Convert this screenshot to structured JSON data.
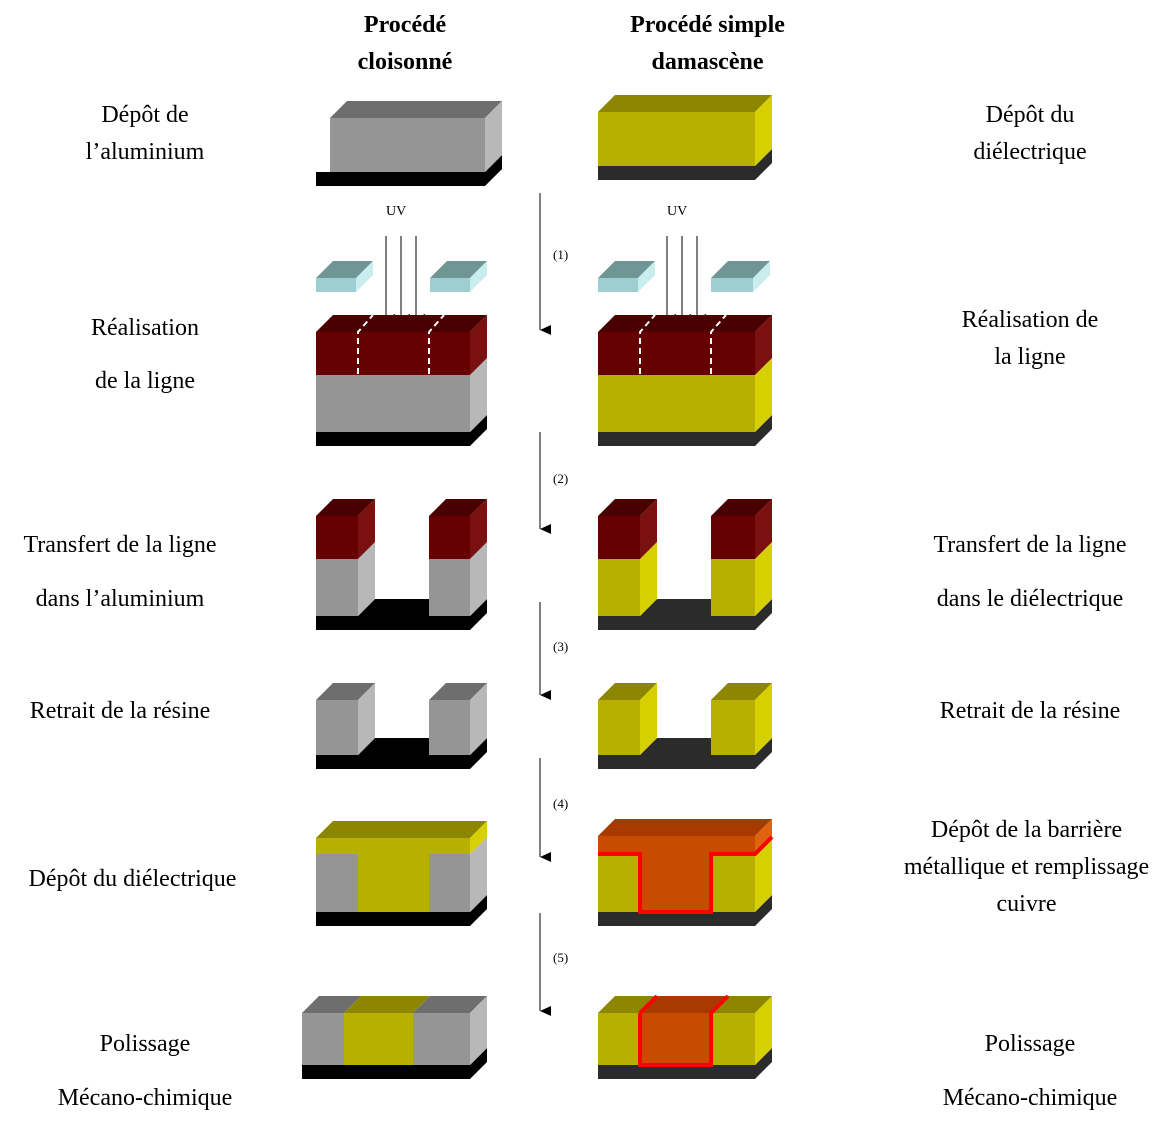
{
  "headers": {
    "left": [
      "Procédé",
      "cloisonné"
    ],
    "right": [
      "Procédé simple",
      "damascène"
    ]
  },
  "left_labels": [
    [
      "Dépôt de",
      "l’aluminium"
    ],
    [
      "Réalisation",
      "de la ligne"
    ],
    [
      "Transfert de la ligne",
      "dans l’aluminium"
    ],
    [
      "Retrait de la résine"
    ],
    [
      "Dépôt du diélectrique"
    ],
    [
      "Polissage",
      "Mécano-chimique"
    ]
  ],
  "right_labels": [
    [
      "Dépôt du",
      "diélectrique"
    ],
    [
      "Réalisation de",
      "la ligne"
    ],
    [
      "Transfert de la ligne",
      "dans le diélectrique"
    ],
    [
      "Retrait de la résine"
    ],
    [
      "Dépôt de la barrière",
      "métallique et remplissage",
      "cuivre"
    ],
    [
      "Polissage",
      "Mécano-chimique"
    ]
  ],
  "uv_label": "UV",
  "step_labels": [
    "(1)",
    "(2)",
    "(3)",
    "(4)",
    "(5)"
  ],
  "colors": {
    "aluminium": "#959595",
    "dielectric": "#b8b000",
    "resist": "#660000",
    "copper": "#c84b00",
    "barrier": "#ff0000",
    "substrate": "#000000",
    "mask": "#9dcfd0"
  }
}
